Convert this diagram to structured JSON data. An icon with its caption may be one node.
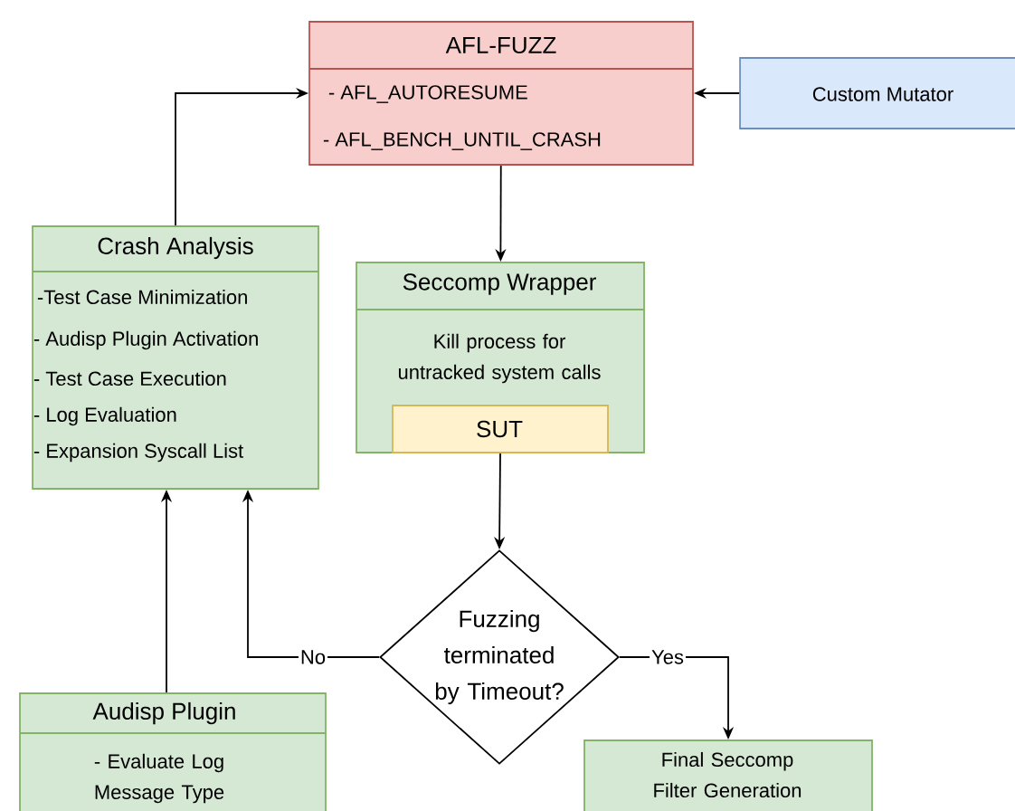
{
  "diagram": {
    "nodes": [
      {
        "text": [
          "AFL-FUZZ",
          "- AFL_AUTORESUME",
          "- AFL_BENCH_UNTIL_CRASH"
        ]
      },
      {
        "text": [
          "Custom Mutator"
        ]
      },
      {
        "text": [
          "Crash  Analysis",
          "-Test Case Minimization",
          "- Audisp Plugin Activation",
          "- Test Case Execution",
          "- Log Evaluation",
          "- Expansion Syscall List"
        ]
      },
      {
        "text": [
          "Seccomp Wrapper",
          "Kill process for untracked system calls"
        ]
      },
      {
        "text": [
          "SUT"
        ],
        "in": 3
      },
      {
        "text": [
          "Fuzzing terminated by Timeout?"
        ]
      },
      {
        "text": [
          "Audisp Plugin",
          "- Evaluate Log Message Type"
        ]
      },
      {
        "text": [
          "Final Seccomp Filter Generation"
        ]
      }
    ],
    "edges": [
      {
        "from": 2,
        "to": 0,
        "arrow": "to"
      },
      {
        "from": 1,
        "to": 0,
        "arrow": "to"
      },
      {
        "from": 0,
        "to": 3,
        "arrow": "to"
      },
      {
        "from": 4,
        "to": 5,
        "arrow": "to"
      },
      {
        "from": 5,
        "to": 2,
        "arrow": "to",
        "label": "No"
      },
      {
        "from": 5,
        "to": 7,
        "arrow": "to",
        "label": "Yes"
      },
      {
        "from": 6,
        "to": 2,
        "arrow": "to"
      }
    ]
  }
}
